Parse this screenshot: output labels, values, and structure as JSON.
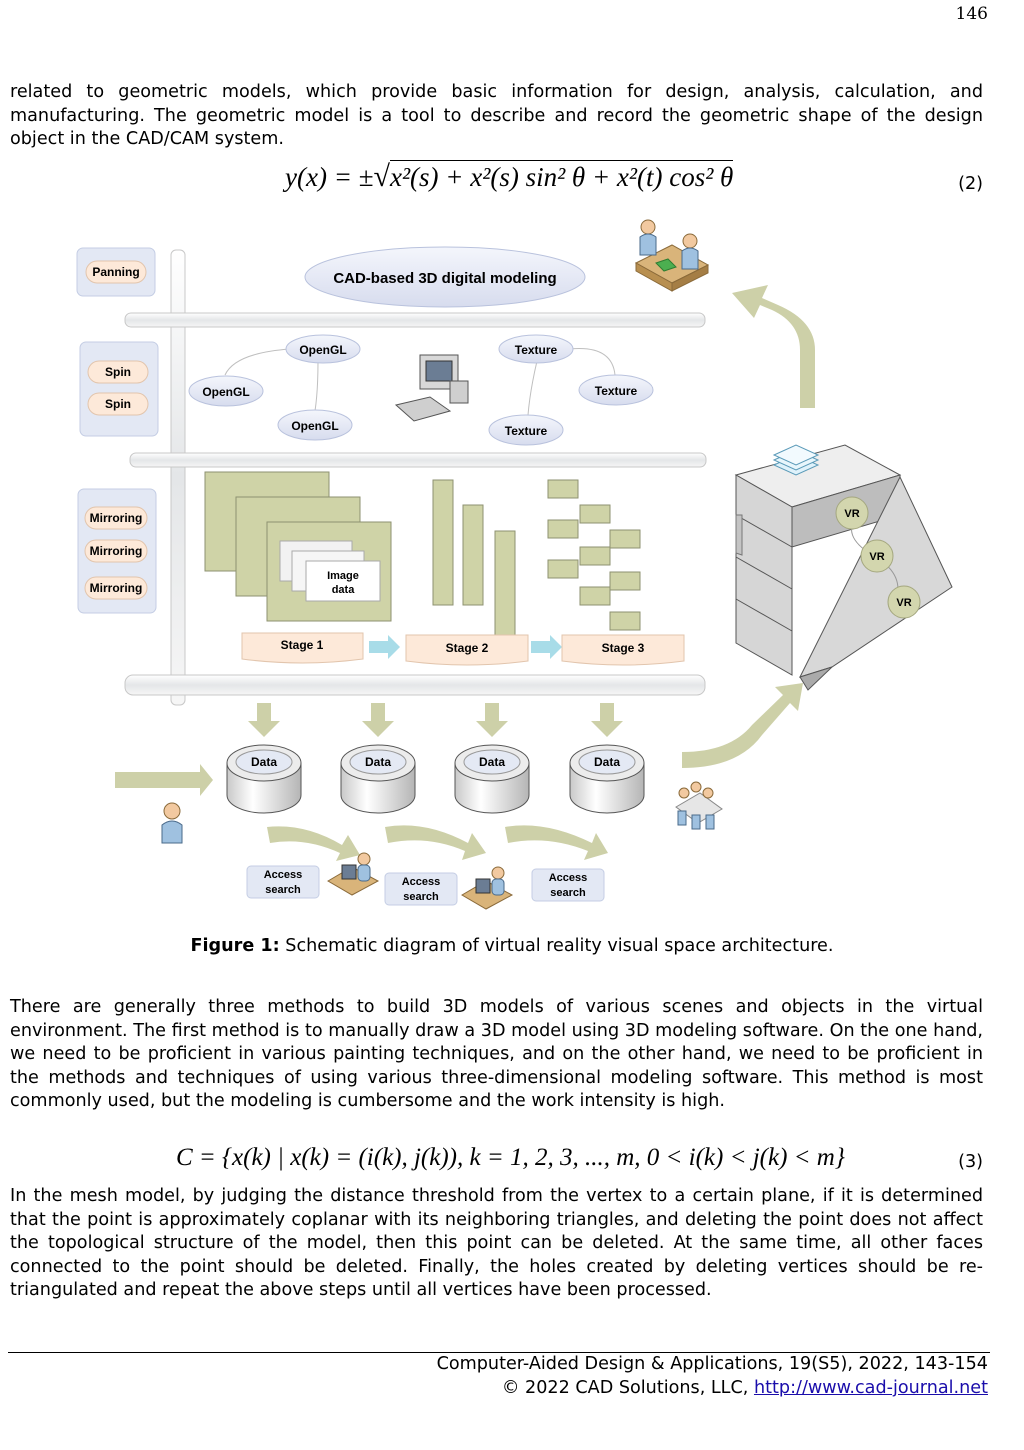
{
  "page_number": "146",
  "paragraph_1": "related to geometric models, which provide basic information for design, analysis, calculation, and manufacturing. The geometric model is a tool to describe and record the geometric shape of the design object in the CAD/CAM system.",
  "equation_2": {
    "lhs": "y(x) = ±",
    "radicand": "x²(s) + x²(s) sin² θ + x²(t) cos² θ",
    "number": "(2)"
  },
  "figure": {
    "title": "CAD-based 3D digital modeling",
    "left_labels": {
      "panning": "Panning",
      "spin": [
        "Spin",
        "Spin"
      ],
      "mirroring": [
        "Mirroring",
        "Mirroring",
        "Mirroring"
      ]
    },
    "opengl": [
      "OpenGL",
      "OpenGL",
      "OpenGL"
    ],
    "texture": [
      "Texture",
      "Texture",
      "Texture"
    ],
    "image_data": [
      "Image",
      "data"
    ],
    "stages": [
      "Stage 1",
      "Stage 2",
      "Stage 3"
    ],
    "data": [
      "Data",
      "Data",
      "Data",
      "Data"
    ],
    "access": [
      [
        "Access",
        "search"
      ],
      [
        "Access",
        "search"
      ],
      [
        "Access",
        "search"
      ]
    ],
    "vr": [
      "VR",
      "VR",
      "VR"
    ],
    "caption_label": "Figure 1:",
    "caption_text": " Schematic diagram of virtual reality visual space architecture."
  },
  "paragraph_2": "There are generally three methods to build 3D models of various scenes and objects in the virtual environment. The first method is to manually draw a 3D model using 3D modeling software. On the one hand, we need to be proficient in various painting techniques, and on the other hand, we need to be proficient in the methods and techniques of using various three-dimensional modeling software. This method is most commonly used, but the modeling is cumbersome and the work intensity is high.",
  "equation_3": {
    "formula": "C = {x(k) | x(k) = (i(k), j(k)), k = 1, 2, 3, ..., m, 0 < i(k) < j(k) < m}",
    "number": "(3)"
  },
  "paragraph_3": "In the mesh model, by judging the distance threshold from the vertex to a certain plane, if it is determined that the point is approximately coplanar with its neighboring triangles, and deleting the point does not affect the topological structure of the model, then this point can be deleted. At the same time, all other faces connected to the point should be deleted. Finally, the holes created by deleting vertices should be re-triangulated and repeat the above steps until all vertices have been processed.",
  "footer": {
    "journal": "Computer-Aided Design & Applications, 19(S5), 2022, 143-154",
    "copyright": "© 2022 CAD Solutions, LLC, ",
    "link": "http://www.cad-journal.net"
  }
}
